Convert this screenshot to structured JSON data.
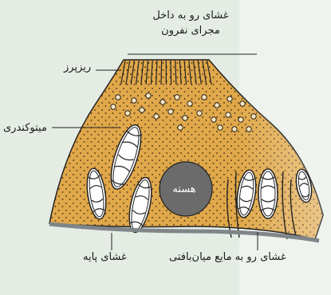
{
  "labels": {
    "apical_line1": "غشای رو به داخل",
    "apical_line2": "مجرای نفرون",
    "microvilli": "ریزپرز",
    "mitochondria": "میتوکندری",
    "basal_membrane": "غشای پایه",
    "basolateral": "غشای رو به مایع میان‌بافتی",
    "nucleus": "هسته"
  },
  "colors": {
    "background": "#e4ece4",
    "cytoplasm": "#e0a84a",
    "outline": "#222222",
    "nucleus": "#6b6b6b",
    "mito_fill": "#ffffff",
    "basal_membrane": "#7f8588"
  }
}
